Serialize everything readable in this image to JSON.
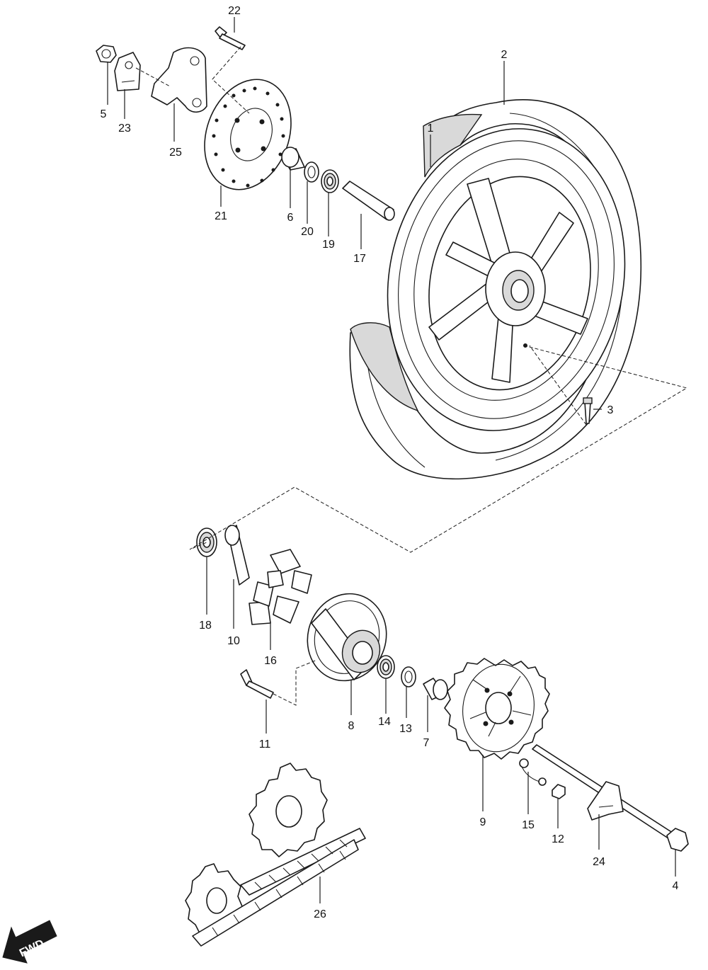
{
  "labels": {
    "p1": "1",
    "p2": "2",
    "p3": "3",
    "p4": "4",
    "p5": "5",
    "p6": "6",
    "p7": "7",
    "p8": "8",
    "p9": "9",
    "p10": "10",
    "p11": "11",
    "p12": "12",
    "p13": "13",
    "p14": "14",
    "p15": "15",
    "p16": "16",
    "p17": "17",
    "p18": "18",
    "p19": "19",
    "p20": "20",
    "p21": "21",
    "p22": "22",
    "p23": "23",
    "p24": "24",
    "p25": "25",
    "p26": "26"
  },
  "fwd": "FWD"
}
